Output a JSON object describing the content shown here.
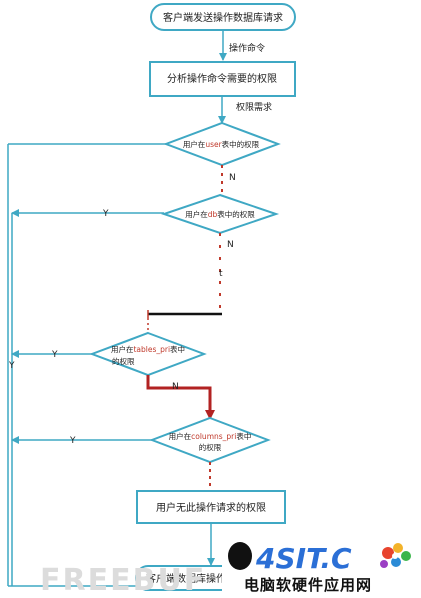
{
  "nodes": {
    "start": "客户端发送操作数据库请求",
    "analyze": "分析操作命令需要的权限",
    "user_table": {
      "prefix": "用户在",
      "keyword": "user",
      "suffix": "表中的权限"
    },
    "db_table": {
      "prefix": "用户在",
      "keyword": "db",
      "suffix": "表中的权限"
    },
    "tables_priv": {
      "prefix": "用户在",
      "keyword": "tables_pri",
      "suffix": "表中",
      "line2": "的权限"
    },
    "columns_priv": {
      "prefix": "用户在",
      "keyword": "columns_pri",
      "suffix": "表中",
      "line2": "的权限"
    },
    "no_permission": "用户无此操作请求的权限",
    "end": "客户端数据库操作请求"
  },
  "labels": {
    "op_command": "操作命令",
    "perm_needed": "权限需求",
    "n1": "N",
    "n2": "N",
    "n3": "N",
    "t_mark": "t",
    "y1": "Y",
    "y2": "Y",
    "y3": "Y",
    "y4": "Y"
  },
  "watermark": {
    "left_text": "FREEBUF",
    "brand_logo": "4SIT.C",
    "brand_sub": "电脑软硬件应用网"
  },
  "colors": {
    "teal": "#3fa8c4",
    "red": "#c0392b",
    "dark_red": "#b22222"
  }
}
